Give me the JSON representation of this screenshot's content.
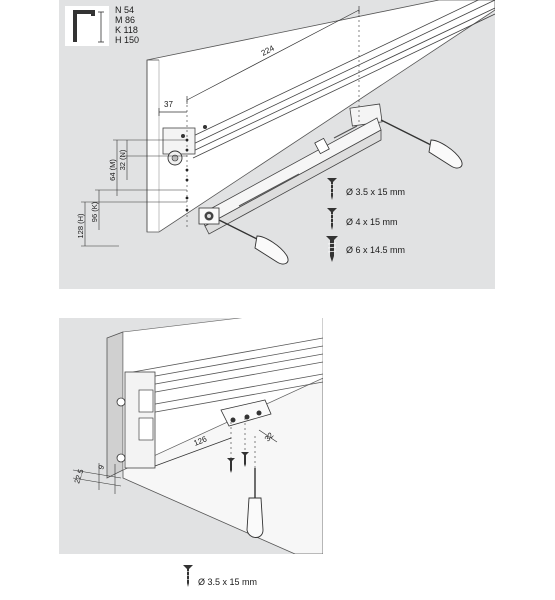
{
  "top_figure": {
    "legend": [
      {
        "code": "N",
        "value": "54"
      },
      {
        "code": "M",
        "value": "86"
      },
      {
        "code": "K",
        "value": "118"
      },
      {
        "code": "H",
        "value": "150"
      }
    ],
    "dimensions": {
      "d224": "224",
      "d37": "37",
      "d64m": "64 (M)",
      "d32n": "32 (N)",
      "d96k": "96 (K)",
      "d128h": "128 (H)"
    },
    "screws": [
      {
        "label": "Ø  3.5 x 15 mm"
      },
      {
        "label": "Ø  4 x 15 mm"
      },
      {
        "label": "Ø  6 x 14.5 mm"
      }
    ]
  },
  "bottom_figure": {
    "dimensions": {
      "d126": "126",
      "d32": "32",
      "d9": "9",
      "d22_5": "22.5"
    },
    "screw": {
      "label": "Ø  3.5 x 15 mm"
    }
  }
}
